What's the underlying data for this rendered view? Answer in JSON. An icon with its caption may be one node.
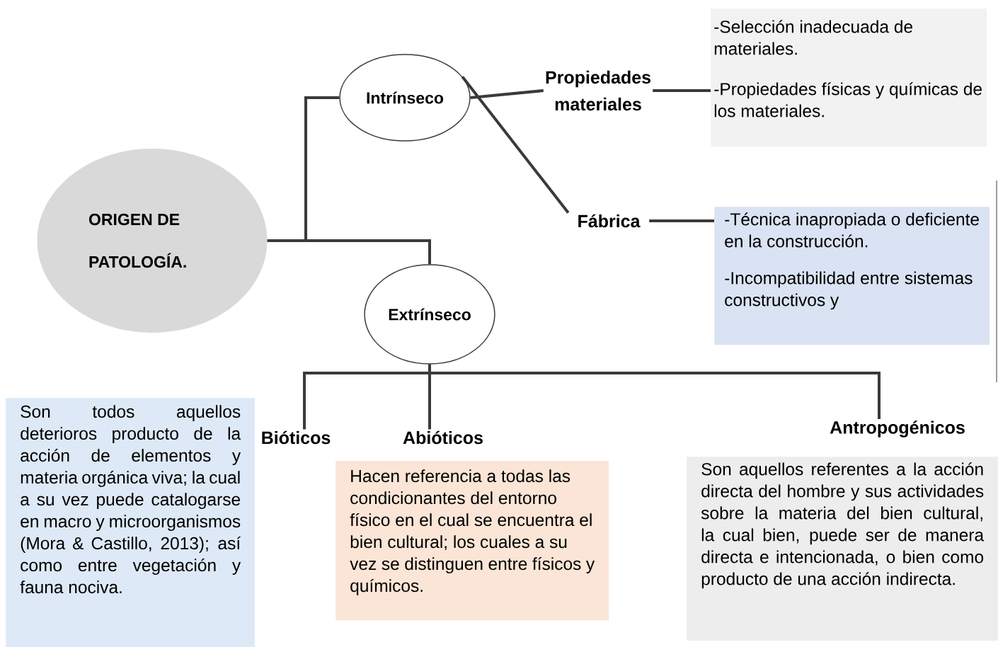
{
  "diagram": {
    "nodes": [
      {
        "text": [
          "ORIGEN DE PATOLOGÍA."
        ]
      },
      {
        "text": [
          "Intrínseco"
        ]
      },
      {
        "text": [
          "Extrínseco"
        ]
      },
      {
        "text": [
          "Propiedades materiales"
        ]
      },
      {
        "text": [
          "Fábrica"
        ]
      },
      {
        "text": [
          "-Selección inadecuada de materiales.",
          "-Propiedades físicas y químicas de los materiales."
        ]
      },
      {
        "text": [
          "-Técnica inapropiada o deficiente en la construcción.",
          "-Incompatibilidad entre sistemas constructivos y"
        ]
      },
      {
        "text": [
          "Bióticos"
        ]
      },
      {
        "text": [
          "Abióticos"
        ]
      },
      {
        "text": [
          "Antropogénicos"
        ]
      },
      {
        "text": [
          "Son todos aquellos deterioros producto de la acción de elementos y materia orgánica viva; la cual a su vez puede catalogarse en macro y microorganismos (Mora & Castillo, 2013); así como entre vegetación y fauna nociva."
        ]
      },
      {
        "text": [
          "Hacen referencia a todas las condicionantes del entorno físico en el cual se encuentra el bien cultural; los cuales a su vez se distinguen entre físicos y químicos."
        ]
      },
      {
        "text": [
          "Son aquellos referentes a la acción directa del hombre y sus actividades sobre la materia del bien cultural, la cual bien, puede ser de manera directa e intencionada, o bien como producto de una acción indirecta."
        ]
      }
    ],
    "edges": [
      {
        "from": 0,
        "to": 1,
        "arrow": "none"
      },
      {
        "from": 0,
        "to": 2,
        "arrow": "none"
      },
      {
        "from": 1,
        "to": 3,
        "arrow": "none"
      },
      {
        "from": 1,
        "to": 4,
        "arrow": "none"
      },
      {
        "from": 3,
        "to": 5,
        "arrow": "none"
      },
      {
        "from": 4,
        "to": 6,
        "arrow": "none"
      },
      {
        "from": 2,
        "to": 7,
        "arrow": "none"
      },
      {
        "from": 2,
        "to": 8,
        "arrow": "none"
      },
      {
        "from": 2,
        "to": 9,
        "arrow": "none"
      }
    ]
  }
}
